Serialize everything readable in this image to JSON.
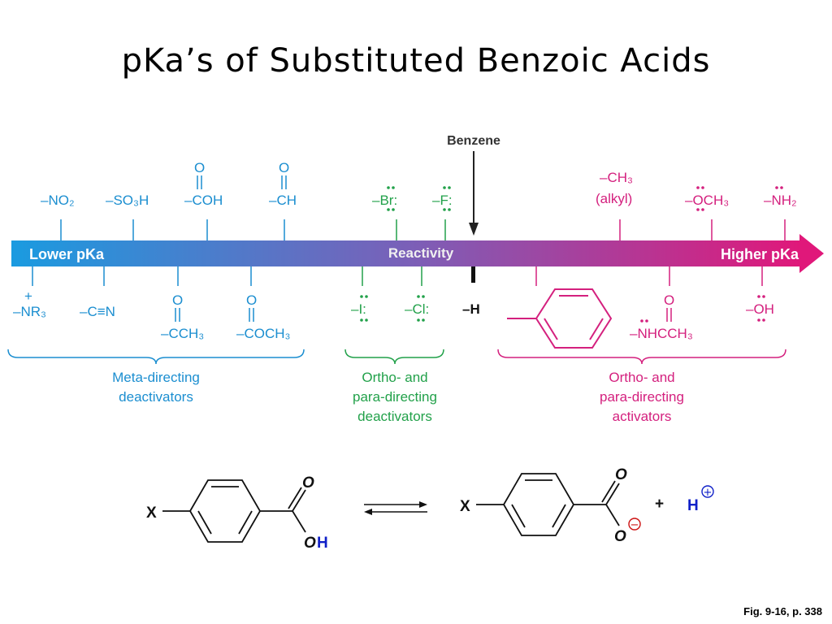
{
  "title": "pKa’s of Substituted Benzoic Acids",
  "figure_note": "Fig. 9-16, p. 338",
  "colors": {
    "meta": "#1b8ed0",
    "deactivating_op": "#22a14a",
    "activating_op": "#d4207e",
    "arrow_start": "#1a9be0",
    "arrow_mid": "#8a4fb0",
    "arrow_end": "#e0187a"
  },
  "scale": {
    "left_label": "Lower pKa",
    "right_label": "Higher pKa",
    "center_label": "Reactivity",
    "benzene_label": "Benzene",
    "h_label": "–H"
  },
  "substituents_top": [
    {
      "text": "–NO₂",
      "group": "meta"
    },
    {
      "text": "–SO₃H",
      "group": "meta"
    },
    {
      "o": "O",
      "text": "–COH",
      "group": "meta"
    },
    {
      "o": "O",
      "text": "–CH",
      "group": "meta"
    },
    {
      "text": "–Br:",
      "group": "deactivating_op"
    },
    {
      "text": "–F:",
      "group": "deactivating_op"
    },
    {
      "text": "–CH₃",
      "sub": "(alkyl)",
      "group": "activating_op"
    },
    {
      "text": "–OCH₃",
      "group": "activating_op"
    },
    {
      "text": "–NH₂",
      "group": "activating_op"
    }
  ],
  "substituents_bottom": [
    {
      "plus": "+",
      "text": "–NR₃",
      "group": "meta"
    },
    {
      "text": "–C≡N",
      "group": "meta"
    },
    {
      "o": "O",
      "text": "–CCH₃",
      "group": "meta"
    },
    {
      "o": "O",
      "text": "–COCH₃",
      "group": "meta"
    },
    {
      "text": "–I:",
      "group": "deactivating_op"
    },
    {
      "text": "–Cl:",
      "group": "deactivating_op"
    },
    {
      "text": "",
      "group": "activating_op"
    },
    {
      "o": "O",
      "text": "–NHCCH₃",
      "group": "activating_op"
    },
    {
      "text": "–OH",
      "group": "activating_op"
    }
  ],
  "groups": {
    "meta": [
      "Meta-directing",
      "deactivators"
    ],
    "deactivating_op": [
      "Ortho- and",
      "para-directing",
      "deactivators"
    ],
    "activating_op": [
      "Ortho- and",
      "para-directing",
      "activators"
    ]
  },
  "equation": {
    "left_x": "X",
    "left_o_top": "O",
    "left_o_bottom": "O",
    "left_h": "H",
    "right_x": "X",
    "right_o_top": "O",
    "right_o_bottom": "O",
    "minus": "−",
    "plus_sign": "+",
    "proton": "H",
    "proton_charge": "+"
  }
}
